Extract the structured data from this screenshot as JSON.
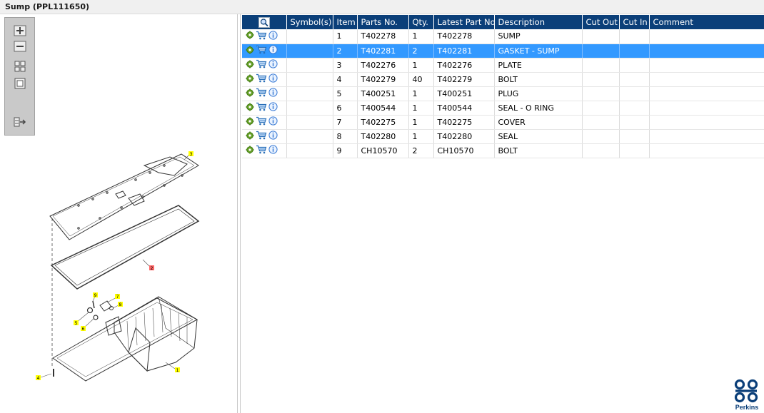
{
  "window": {
    "title": "Sump (PPL111650)"
  },
  "toolbar": {
    "items": [
      {
        "icon": "zoom-in-icon"
      },
      {
        "icon": "zoom-out-icon"
      },
      {
        "icon": "fit-all-icon"
      },
      {
        "icon": "fit-window-icon"
      },
      {
        "icon": "export-icon"
      }
    ]
  },
  "table": {
    "columns": [
      "",
      "Symbol(s)",
      "Item",
      "Parts No.",
      "Qty.",
      "Latest Part No.",
      "Description",
      "Cut Out",
      "Cut In",
      "Comment"
    ],
    "selected_row": 1,
    "rows": [
      {
        "item": "1",
        "part_no": "T402278",
        "qty": "1",
        "latest": "T402278",
        "description": "SUMP"
      },
      {
        "item": "2",
        "part_no": "T402281",
        "qty": "2",
        "latest": "T402281",
        "description": "GASKET - SUMP"
      },
      {
        "item": "3",
        "part_no": "T402276",
        "qty": "1",
        "latest": "T402276",
        "description": "PLATE"
      },
      {
        "item": "4",
        "part_no": "T402279",
        "qty": "40",
        "latest": "T402279",
        "description": "BOLT"
      },
      {
        "item": "5",
        "part_no": "T400251",
        "qty": "1",
        "latest": "T400251",
        "description": "PLUG"
      },
      {
        "item": "6",
        "part_no": "T400544",
        "qty": "1",
        "latest": "T400544",
        "description": "SEAL - O RING"
      },
      {
        "item": "7",
        "part_no": "T402275",
        "qty": "1",
        "latest": "T402275",
        "description": "COVER"
      },
      {
        "item": "8",
        "part_no": "T402280",
        "qty": "1",
        "latest": "T402280",
        "description": "SEAL"
      },
      {
        "item": "9",
        "part_no": "CH10570",
        "qty": "2",
        "latest": "CH10570",
        "description": "BOLT"
      }
    ]
  },
  "drawing": {
    "callouts": [
      "3",
      "2",
      "9",
      "7",
      "8",
      "5",
      "6",
      "1",
      "4"
    ]
  },
  "brand": {
    "name": "Perkins",
    "color": "#0b3f79"
  },
  "colors": {
    "header_bg": "#0b3f79",
    "selected_row": "#3399ff",
    "callout": "#ffff00",
    "callout_selected": "#ff6666"
  }
}
